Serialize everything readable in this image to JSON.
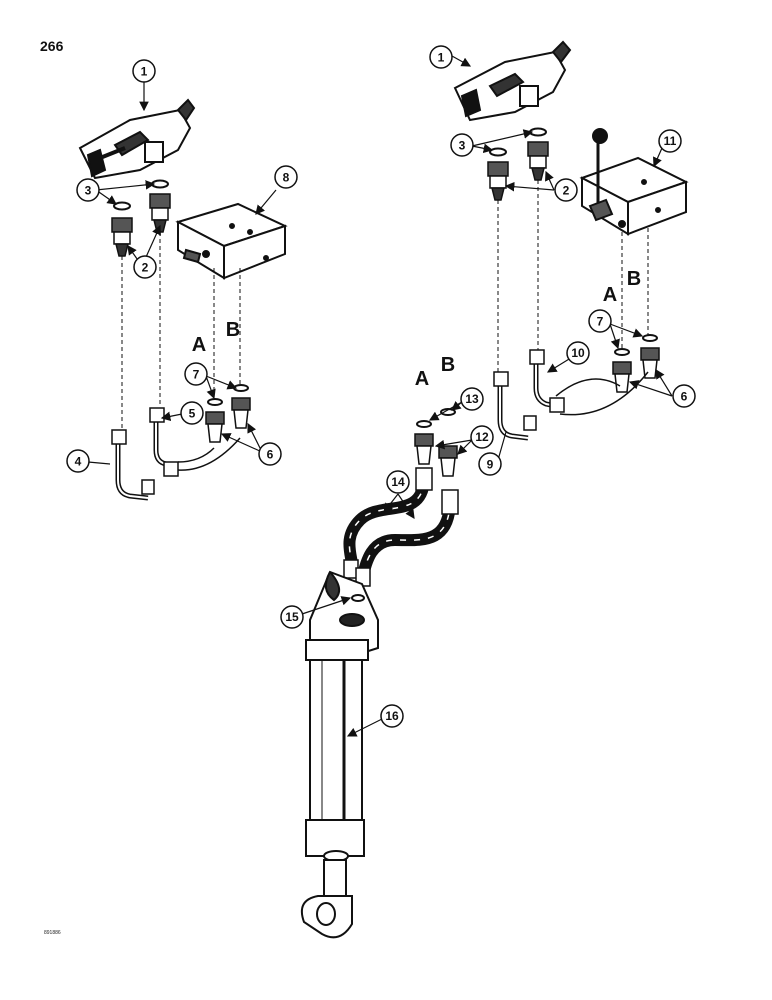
{
  "page_number": "266",
  "drawing_stamp": "891886",
  "callouts": [
    {
      "id": "c1-left",
      "label": "1"
    },
    {
      "id": "c2-left",
      "label": "2"
    },
    {
      "id": "c3-left",
      "label": "3"
    },
    {
      "id": "c4",
      "label": "4"
    },
    {
      "id": "c5",
      "label": "5"
    },
    {
      "id": "c6-left",
      "label": "6"
    },
    {
      "id": "c7-left",
      "label": "7"
    },
    {
      "id": "c8",
      "label": "8"
    },
    {
      "id": "c1-right",
      "label": "1"
    },
    {
      "id": "c2-right",
      "label": "2"
    },
    {
      "id": "c3-right",
      "label": "3"
    },
    {
      "id": "c6-right",
      "label": "6"
    },
    {
      "id": "c7-right",
      "label": "7"
    },
    {
      "id": "c9",
      "label": "9"
    },
    {
      "id": "c10",
      "label": "10"
    },
    {
      "id": "c11",
      "label": "11"
    },
    {
      "id": "c12",
      "label": "12"
    },
    {
      "id": "c13",
      "label": "13"
    },
    {
      "id": "c14",
      "label": "14"
    },
    {
      "id": "c15",
      "label": "15"
    },
    {
      "id": "c16",
      "label": "16"
    }
  ],
  "port_labels": {
    "left_a": "A",
    "left_b": "B",
    "right_a": "A",
    "right_b": "B",
    "center_a": "A",
    "center_b": "B"
  }
}
